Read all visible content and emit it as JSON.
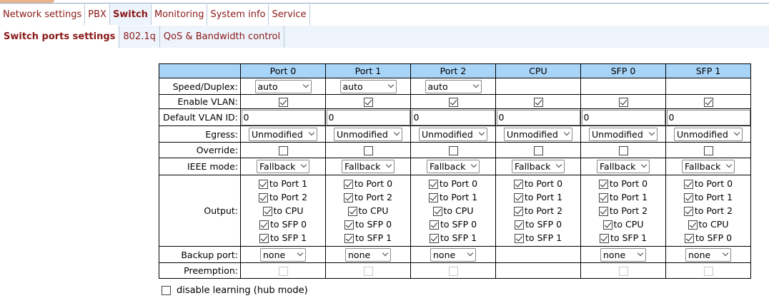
{
  "top_tabs": [
    {
      "label": "Network settings",
      "active": false
    },
    {
      "label": "PBX",
      "active": false
    },
    {
      "label": "Switch",
      "active": true
    },
    {
      "label": "Monitoring",
      "active": false
    },
    {
      "label": "System info",
      "active": false
    },
    {
      "label": "Service",
      "active": false
    }
  ],
  "sub_tabs": [
    {
      "label": "Switch ports settings",
      "active": true
    },
    {
      "label": "802.1q",
      "active": false
    },
    {
      "label": "QoS & Bandwidth control",
      "active": false
    }
  ],
  "table": {
    "columns": [
      "Port 0",
      "Port 1",
      "Port 2",
      "CPU",
      "SFP 0",
      "SFP 1"
    ],
    "row_labels": {
      "speed": "Speed/Duplex:",
      "vlan": "Enable VLAN:",
      "vlan_id": "Default VLAN ID:",
      "egress": "Egress:",
      "override": "Override:",
      "ieee": "IEEE mode:",
      "output": "Output:",
      "backup": "Backup port:",
      "preemption": "Preemption:"
    },
    "speed": [
      "auto",
      "auto",
      "auto",
      "",
      "",
      ""
    ],
    "vlan_enabled": [
      true,
      true,
      true,
      true,
      true,
      true
    ],
    "vlan_id": [
      "0",
      "0",
      "0",
      "0",
      "0",
      "0"
    ],
    "egress": [
      "Unmodified",
      "Unmodified",
      "Unmodified",
      "Unmodified",
      "Unmodified",
      "Unmodified"
    ],
    "override": [
      false,
      false,
      false,
      false,
      false,
      false
    ],
    "ieee": [
      "Fallback",
      "Fallback",
      "Fallback",
      "Fallback",
      "Fallback",
      "Fallback"
    ],
    "output": [
      [
        "to Port 1",
        "to Port 2",
        "to CPU",
        "to SFP 0",
        "to SFP 1"
      ],
      [
        "to Port 0",
        "to Port 2",
        "to CPU",
        "to SFP 0",
        "to SFP 1"
      ],
      [
        "to Port 0",
        "to Port 1",
        "to CPU",
        "to SFP 0",
        "to SFP 1"
      ],
      [
        "to Port 0",
        "to Port 1",
        "to Port 2",
        "to SFP 0",
        "to SFP 1"
      ],
      [
        "to Port 0",
        "to Port 1",
        "to Port 2",
        "to CPU",
        "to SFP 1"
      ],
      [
        "to Port 0",
        "to Port 1",
        "to Port 2",
        "to CPU",
        "to SFP 0"
      ]
    ],
    "backup": [
      "none",
      "none",
      "none",
      "",
      "none",
      "none"
    ],
    "preemption_shown": [
      true,
      true,
      true,
      false,
      true,
      true
    ]
  },
  "disable_learning": {
    "label": "disable learning (hub mode)",
    "checked": false
  }
}
